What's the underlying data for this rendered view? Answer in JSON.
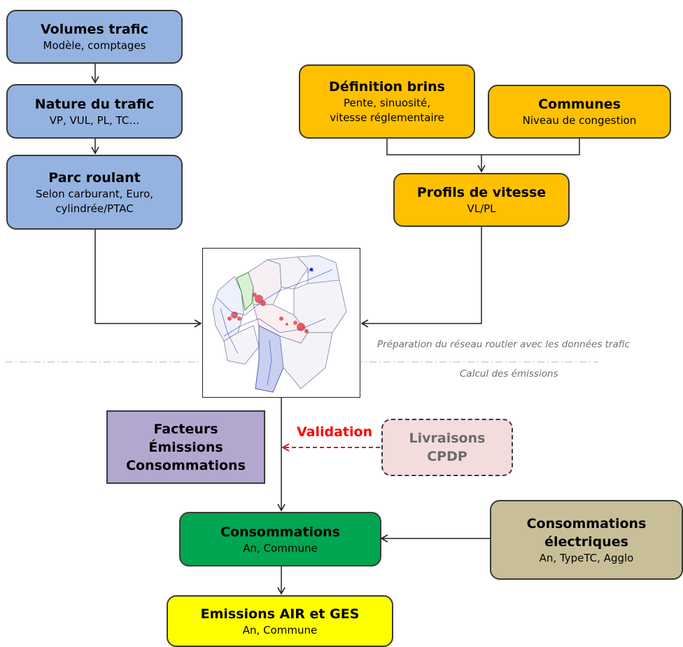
{
  "boxes": {
    "volumes": {
      "title": "Volumes trafic",
      "sub": "Modèle, comptages"
    },
    "nature": {
      "title": "Nature du trafic",
      "sub": "VP, VUL, PL, TC…"
    },
    "parc": {
      "title": "Parc roulant",
      "sub1": "Selon carburant, Euro,",
      "sub2": "cylindrée/PTAC"
    },
    "definition": {
      "title": "Définition brins",
      "sub1": "Pente, sinuosité,",
      "sub2": "vitesse réglementaire"
    },
    "communes": {
      "title": "Communes",
      "sub": "Niveau de congestion"
    },
    "profils": {
      "title": "Profils de vitesse",
      "sub": "VL/PL"
    },
    "facteurs": {
      "line1": "Facteurs",
      "line2": "Émissions",
      "line3": "Consommations"
    },
    "livraisons": {
      "line1": "Livraisons",
      "line2": "CPDP"
    },
    "consommations": {
      "title": "Consommations",
      "sub": "An, Commune"
    },
    "electriques": {
      "title1": "Consommations",
      "title2": "électriques",
      "sub": "An, TypeTC, Agglo"
    },
    "emissions": {
      "title": "Emissions AIR et GES",
      "sub": "An, Commune"
    }
  },
  "labels": {
    "validation": "Validation",
    "preparation": "Préparation du réseau routier avec les données trafic",
    "calcul": "Calcul des émissions"
  },
  "colors": {
    "blue": "#95b3e0",
    "orange": "#ffc000",
    "green": "#00a651",
    "yellow": "#ffff00",
    "khaki": "#c8bf99",
    "purple": "#b4a7cf",
    "pink": "#f3dcdc",
    "validation": "#ff0000"
  },
  "map": {
    "icon": "region-road-network-map"
  }
}
